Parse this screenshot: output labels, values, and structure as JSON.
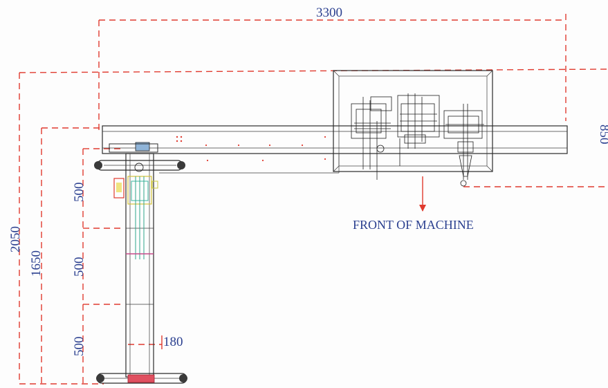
{
  "dimensions": {
    "total_length": "3300",
    "depth_right": "850",
    "overall_height": "2050",
    "inner_height": "1650",
    "segment_1": "500",
    "segment_2": "500",
    "segment_3": "500",
    "column_width": "180"
  },
  "labels": {
    "front_of_machine": "FRONT OF MACHINE"
  },
  "colors": {
    "dimension_line": "#e03a2e",
    "dimension_text": "#2a3f8f",
    "outline": "#2b2b2b"
  }
}
